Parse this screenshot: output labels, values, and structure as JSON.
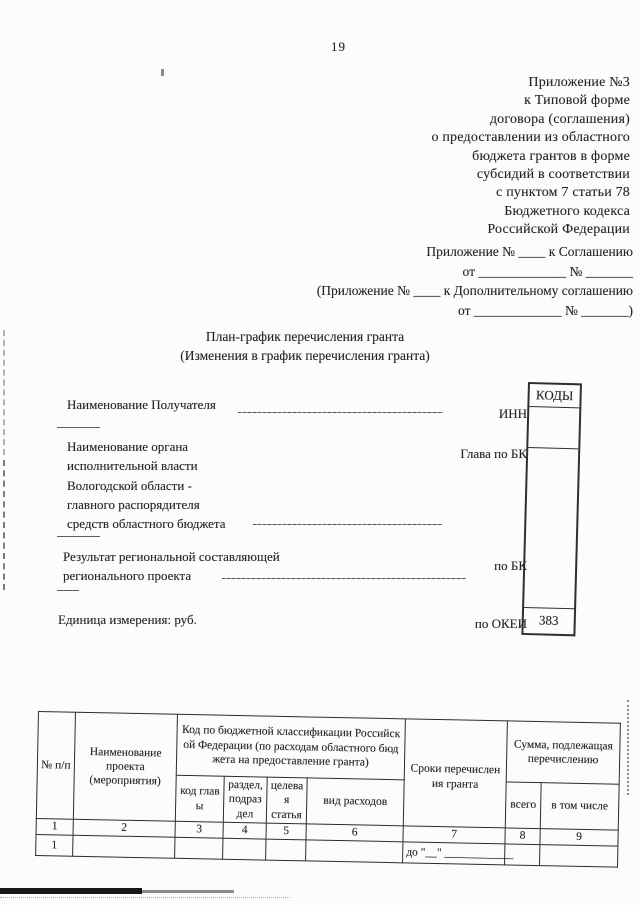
{
  "page": {
    "number": "19"
  },
  "corner_note": "Приложение №3\nк Типовой форме\nдоговора (соглашения)\nо предоставлении из областного\nбюджета грантов в форме\nсубсидий в соответствии\nс пунктом 7 статьи 78\nБюджетного кодекса\nРоссийской Федерации",
  "appendix_note": "Приложение № ____ к Соглашению\nот _____________ № _______\n(Приложение № ____ к Дополнительному соглашению\nот _____________ № _______)",
  "title": "План-график перечисления гранта\n(Изменения в график перечисления гранта)",
  "form": {
    "recipient_label": "Наименование Получателя",
    "organ_label": "Наименование органа\nисполнительной власти\nВологодской области -\nглавного распорядителя\nсредств областного бюджета",
    "result_label": "Результат региональной составляющей\nрегионального проекта",
    "unit_label": "Единица измерения: руб.",
    "inn_label": "ИНН",
    "glava_bk_label": "Глава по БК",
    "po_bk_label": "по БК",
    "po_okei_label": "по ОКЕИ",
    "codes_header": "КОДЫ",
    "okei_value": "383"
  },
  "table": {
    "col_num": "№ п/п",
    "col_name": "Наименование проекта (мероприятия)",
    "col_kbk": "Код по бюджетной классификации Российской Федерации (по расходам областного бюджета на предоставление гранта)",
    "sub_glava": "код главы",
    "sub_razdel": "раздел, подраздел",
    "sub_celevaya": "целевая статья",
    "sub_vid": "вид расходов",
    "col_sroki": "Сроки перечисления гранта",
    "col_summa": "Сумма, подлежащая перечислению",
    "sub_vsego": "всего",
    "sub_vtom": "в том числе",
    "number_row": [
      "1",
      "2",
      "3",
      "4",
      "5",
      "6",
      "7",
      "8",
      "9"
    ],
    "data_row": {
      "num": "1",
      "sroki": "до \"__\" ____________"
    }
  }
}
